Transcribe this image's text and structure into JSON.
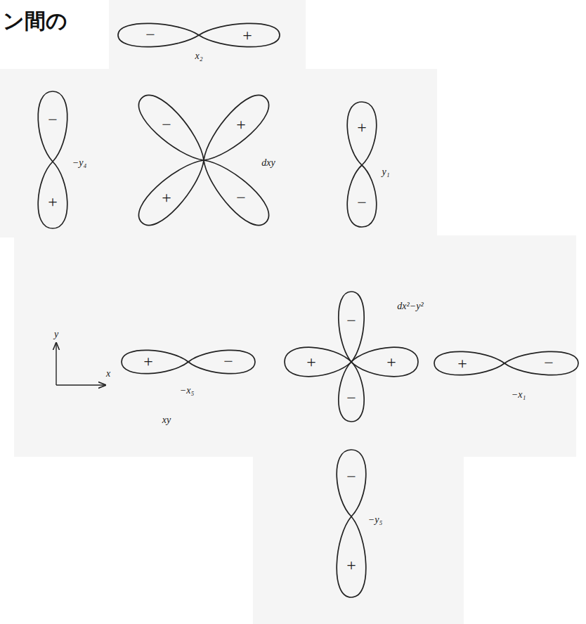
{
  "diagram": {
    "title": "ン間の",
    "labels": [
      "x₂",
      "−",
      "+",
      "−",
      "−",
      "+",
      "+",
      "−y₄",
      "dxy",
      "y₁",
      "+",
      "+",
      "−",
      "−",
      "dx²−y²",
      "−",
      "y",
      "+",
      "−",
      "+",
      "+",
      "+",
      "−",
      "x",
      "−x₅",
      "−x₁",
      "xy",
      "−",
      "−y₅",
      "−",
      "+"
    ]
  }
}
